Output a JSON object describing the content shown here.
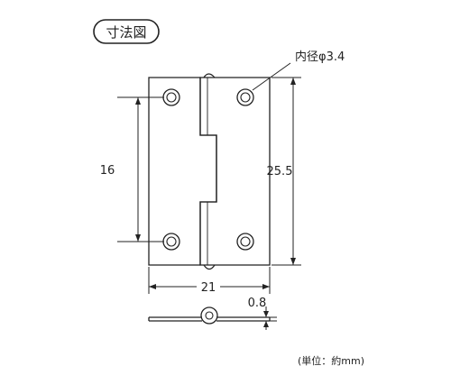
{
  "title_label": "寸法図",
  "dimensions": {
    "hole_diameter": "内径φ3.4",
    "hole_spacing": "16",
    "height": "25.5",
    "width": "21",
    "thickness": "0.8"
  },
  "unit_note": "(単位：約mm)"
}
